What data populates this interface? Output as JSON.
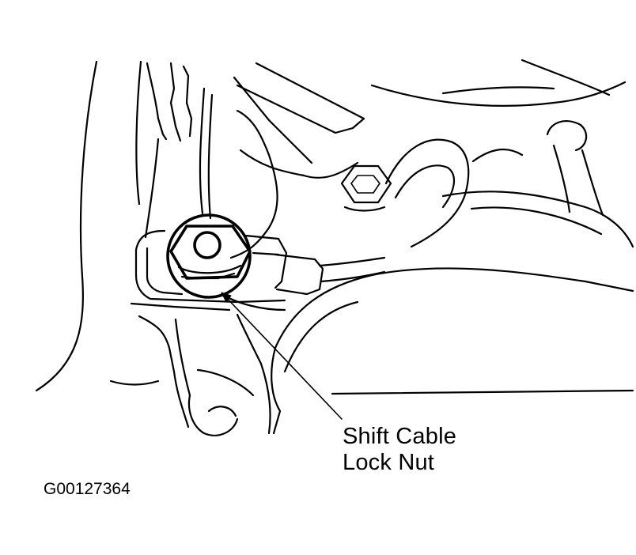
{
  "callout": {
    "line1": "Shift Cable",
    "line2": "Lock Nut"
  },
  "figure_id": "G00127364",
  "line_color": "#000000",
  "background_color": "#ffffff"
}
